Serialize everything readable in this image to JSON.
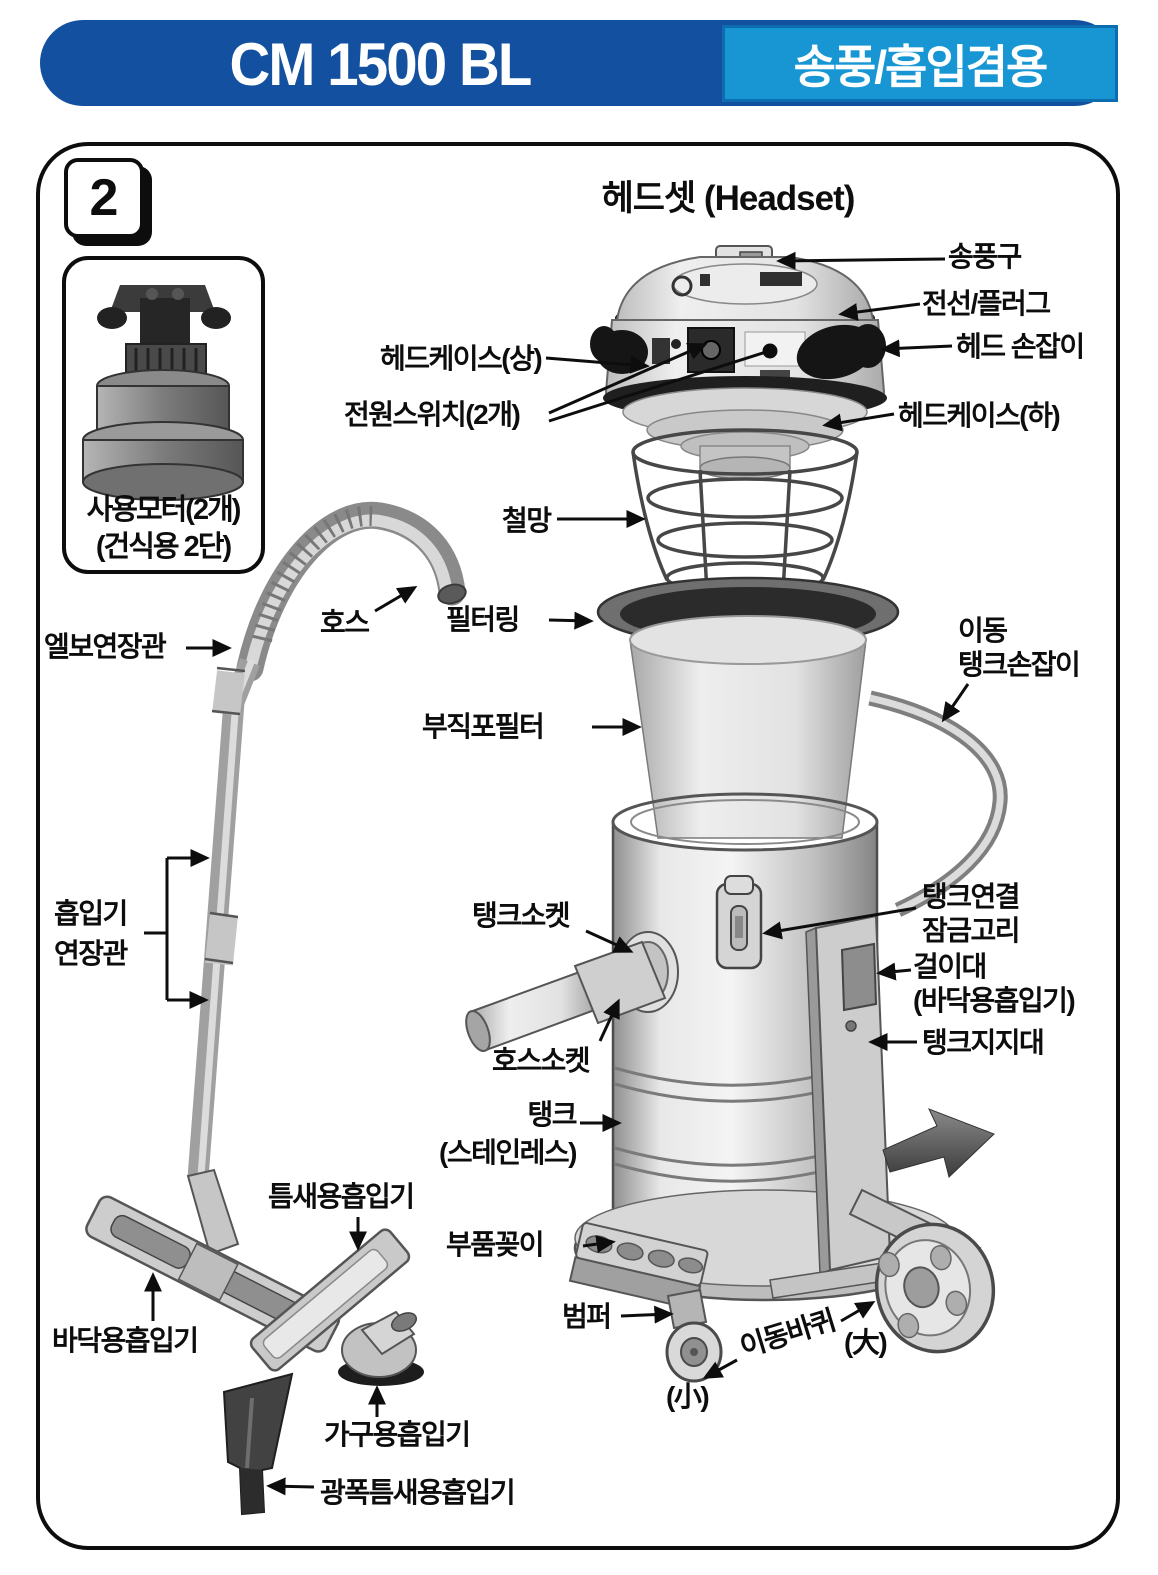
{
  "colors": {
    "header_bar": "#13509F",
    "badge_bg": "#1796D3",
    "badge_border": "#0E6DB1",
    "ink": "#0D0D0D"
  },
  "header": {
    "model": "CM 1500 BL",
    "badge": "송풍/흡입겸용"
  },
  "figure": {
    "number": "2",
    "title": "헤드셋 (Headset)"
  },
  "motor_box": {
    "line1": "사용모터(2개)",
    "line2": "(건식용 2단)"
  },
  "labels": {
    "blower_port": "송풍구",
    "cord_plug": "전선/플러그",
    "head_handle": "헤드 손잡이",
    "head_case_upper": "헤드케이스(상)",
    "power_switch": "전원스위치(2개)",
    "head_case_lower": "헤드케이스(하)",
    "wire_mesh": "철망",
    "hose": "호스",
    "filter_ring": "필터링",
    "tank_handle_line1": "이동",
    "tank_handle_line2": "탱크손잡이",
    "nonwoven_filter": "부직포필터",
    "elbow_pipe": "엘보연장관",
    "suction_pipe_line1": "흡입기",
    "suction_pipe_line2": "연장관",
    "tank_socket": "탱크소켓",
    "tank_lock_line1": "탱크연결",
    "tank_lock_line2": "잠금고리",
    "hanger_line1": "걸이대",
    "hanger_line2": "(바닥용흡입기)",
    "tank_support": "탱크지지대",
    "hose_socket": "호스소켓",
    "tank_line1": "탱크",
    "tank_line2": "(스테인레스)",
    "crevice_tool": "틈새용흡입기",
    "parts_holder": "부품꽂이",
    "floor_tool": "바닥용흡입기",
    "bumper": "범퍼",
    "wheels": "이동바퀴",
    "wheel_large": "(大)",
    "wheel_small": "(小)",
    "furniture_tool": "가구용흡입기",
    "wide_crevice_tool": "광폭틈새용흡입기"
  }
}
